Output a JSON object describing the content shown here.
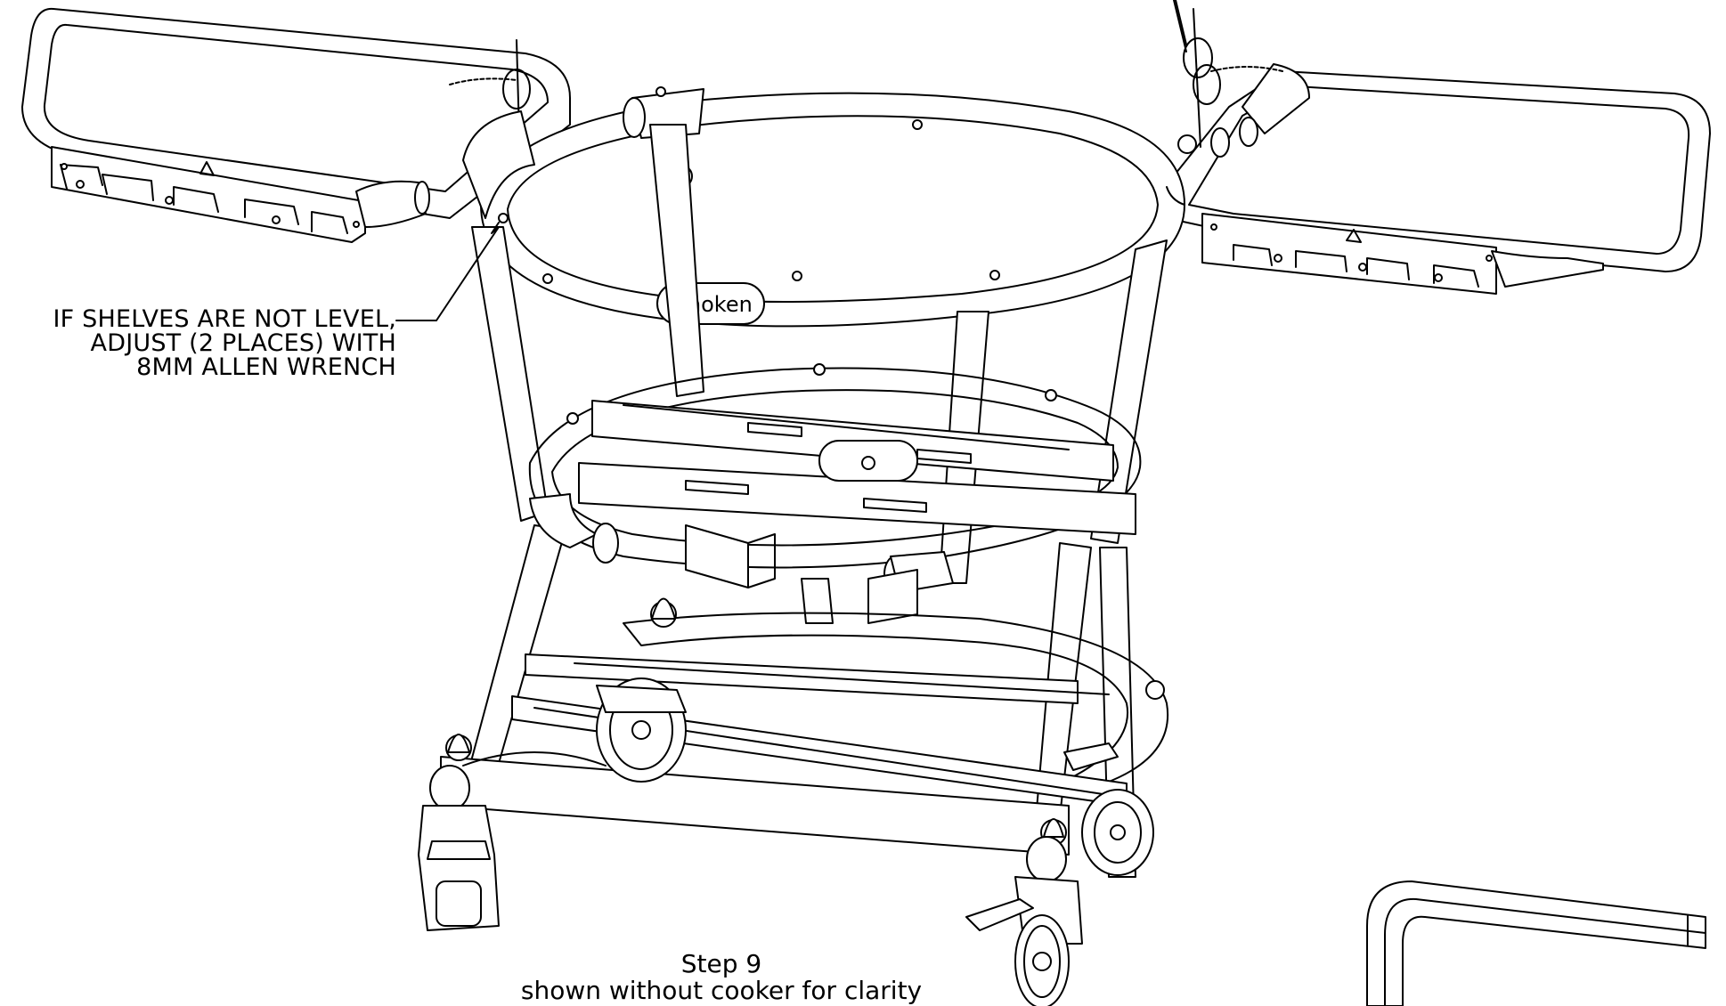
{
  "callout": {
    "line1": "IF SHELVES ARE NOT LEVEL,",
    "line2": "ADJUST (2 PLACES) WITH",
    "line3": "8MM ALLEN WRENCH"
  },
  "caption": {
    "step": "Step 9",
    "note": "shown without cooker for clarity"
  },
  "logo": {
    "text": "smoken"
  }
}
